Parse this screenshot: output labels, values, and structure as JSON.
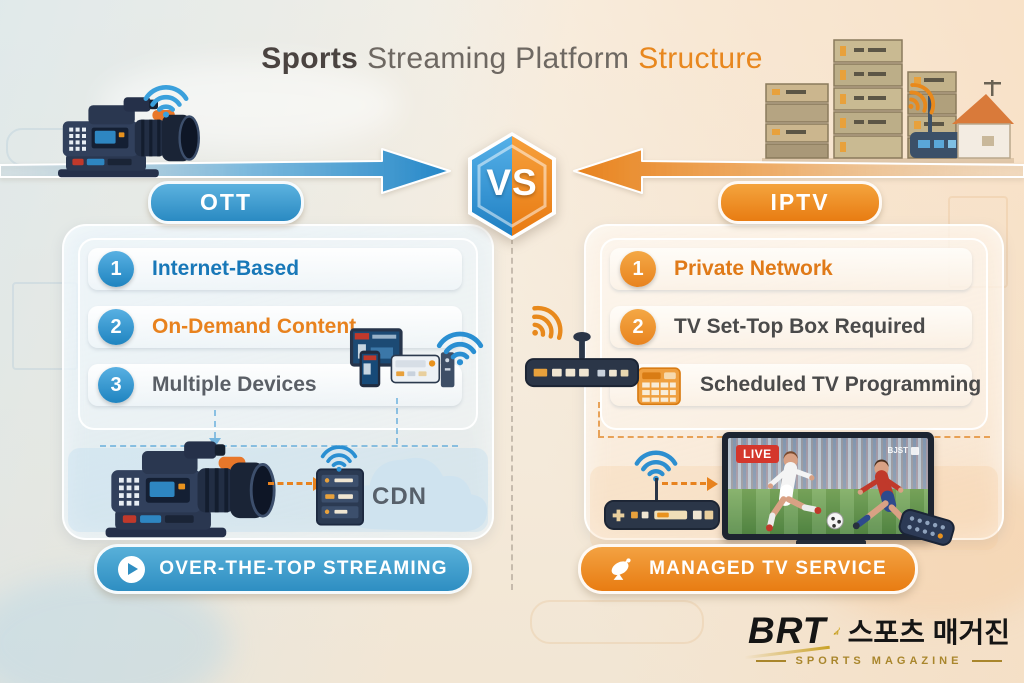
{
  "title": {
    "part1": "Sports",
    "part2": "Streaming Platform",
    "part3": "Structure"
  },
  "vs": {
    "label": "VS"
  },
  "colors": {
    "ott_accent": "#2e8fc6",
    "iptv_accent": "#ec8a1c",
    "title_orange": "#e8871e",
    "title_dark": "#4a4340",
    "live_red": "#d4372c",
    "logo_gold": "#a9862c"
  },
  "ott": {
    "header": "OTT",
    "items": [
      {
        "num": "1",
        "label": "Internet-Based",
        "color": "#1878b8"
      },
      {
        "num": "2",
        "label": "On-Demand Content",
        "color": "#e8821e"
      },
      {
        "num": "3",
        "label": "Multiple Devices",
        "color": "#5a5f66"
      }
    ],
    "cdn_label": "CDN",
    "footer": "OVER-THE-TOP STREAMING"
  },
  "iptv": {
    "header": "IPTV",
    "items": [
      {
        "num": "1",
        "label": "Private Network",
        "color": "#e07a18"
      },
      {
        "num": "2",
        "label": "TV Set-Top Box Required",
        "color": "#4a4a4a"
      },
      {
        "icon": "epg-grid",
        "label": "Scheduled TV Programming",
        "color": "#4a4a4a"
      }
    ],
    "tv": {
      "live_badge": "LIVE",
      "brand": "BJST"
    },
    "footer": "MANAGED TV SERVICE"
  },
  "logo": {
    "brand": "BRT",
    "korean": "스포츠 매거진",
    "subtitle": "SPORTS MAGAZINE"
  }
}
